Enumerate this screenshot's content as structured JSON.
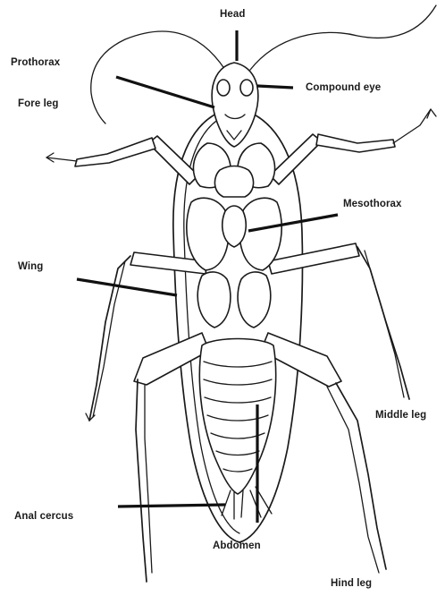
{
  "labels": {
    "head": "Head",
    "prothorax": "Prothorax",
    "compound_eye": "Compound eye",
    "fore_leg": "Fore leg",
    "mesothorax": "Mesothorax",
    "wing": "Wing",
    "middle_leg": "Middle leg",
    "anal_cercus": "Anal cercus",
    "abdomen": "Abdomen",
    "hind_leg": "Hind leg"
  }
}
